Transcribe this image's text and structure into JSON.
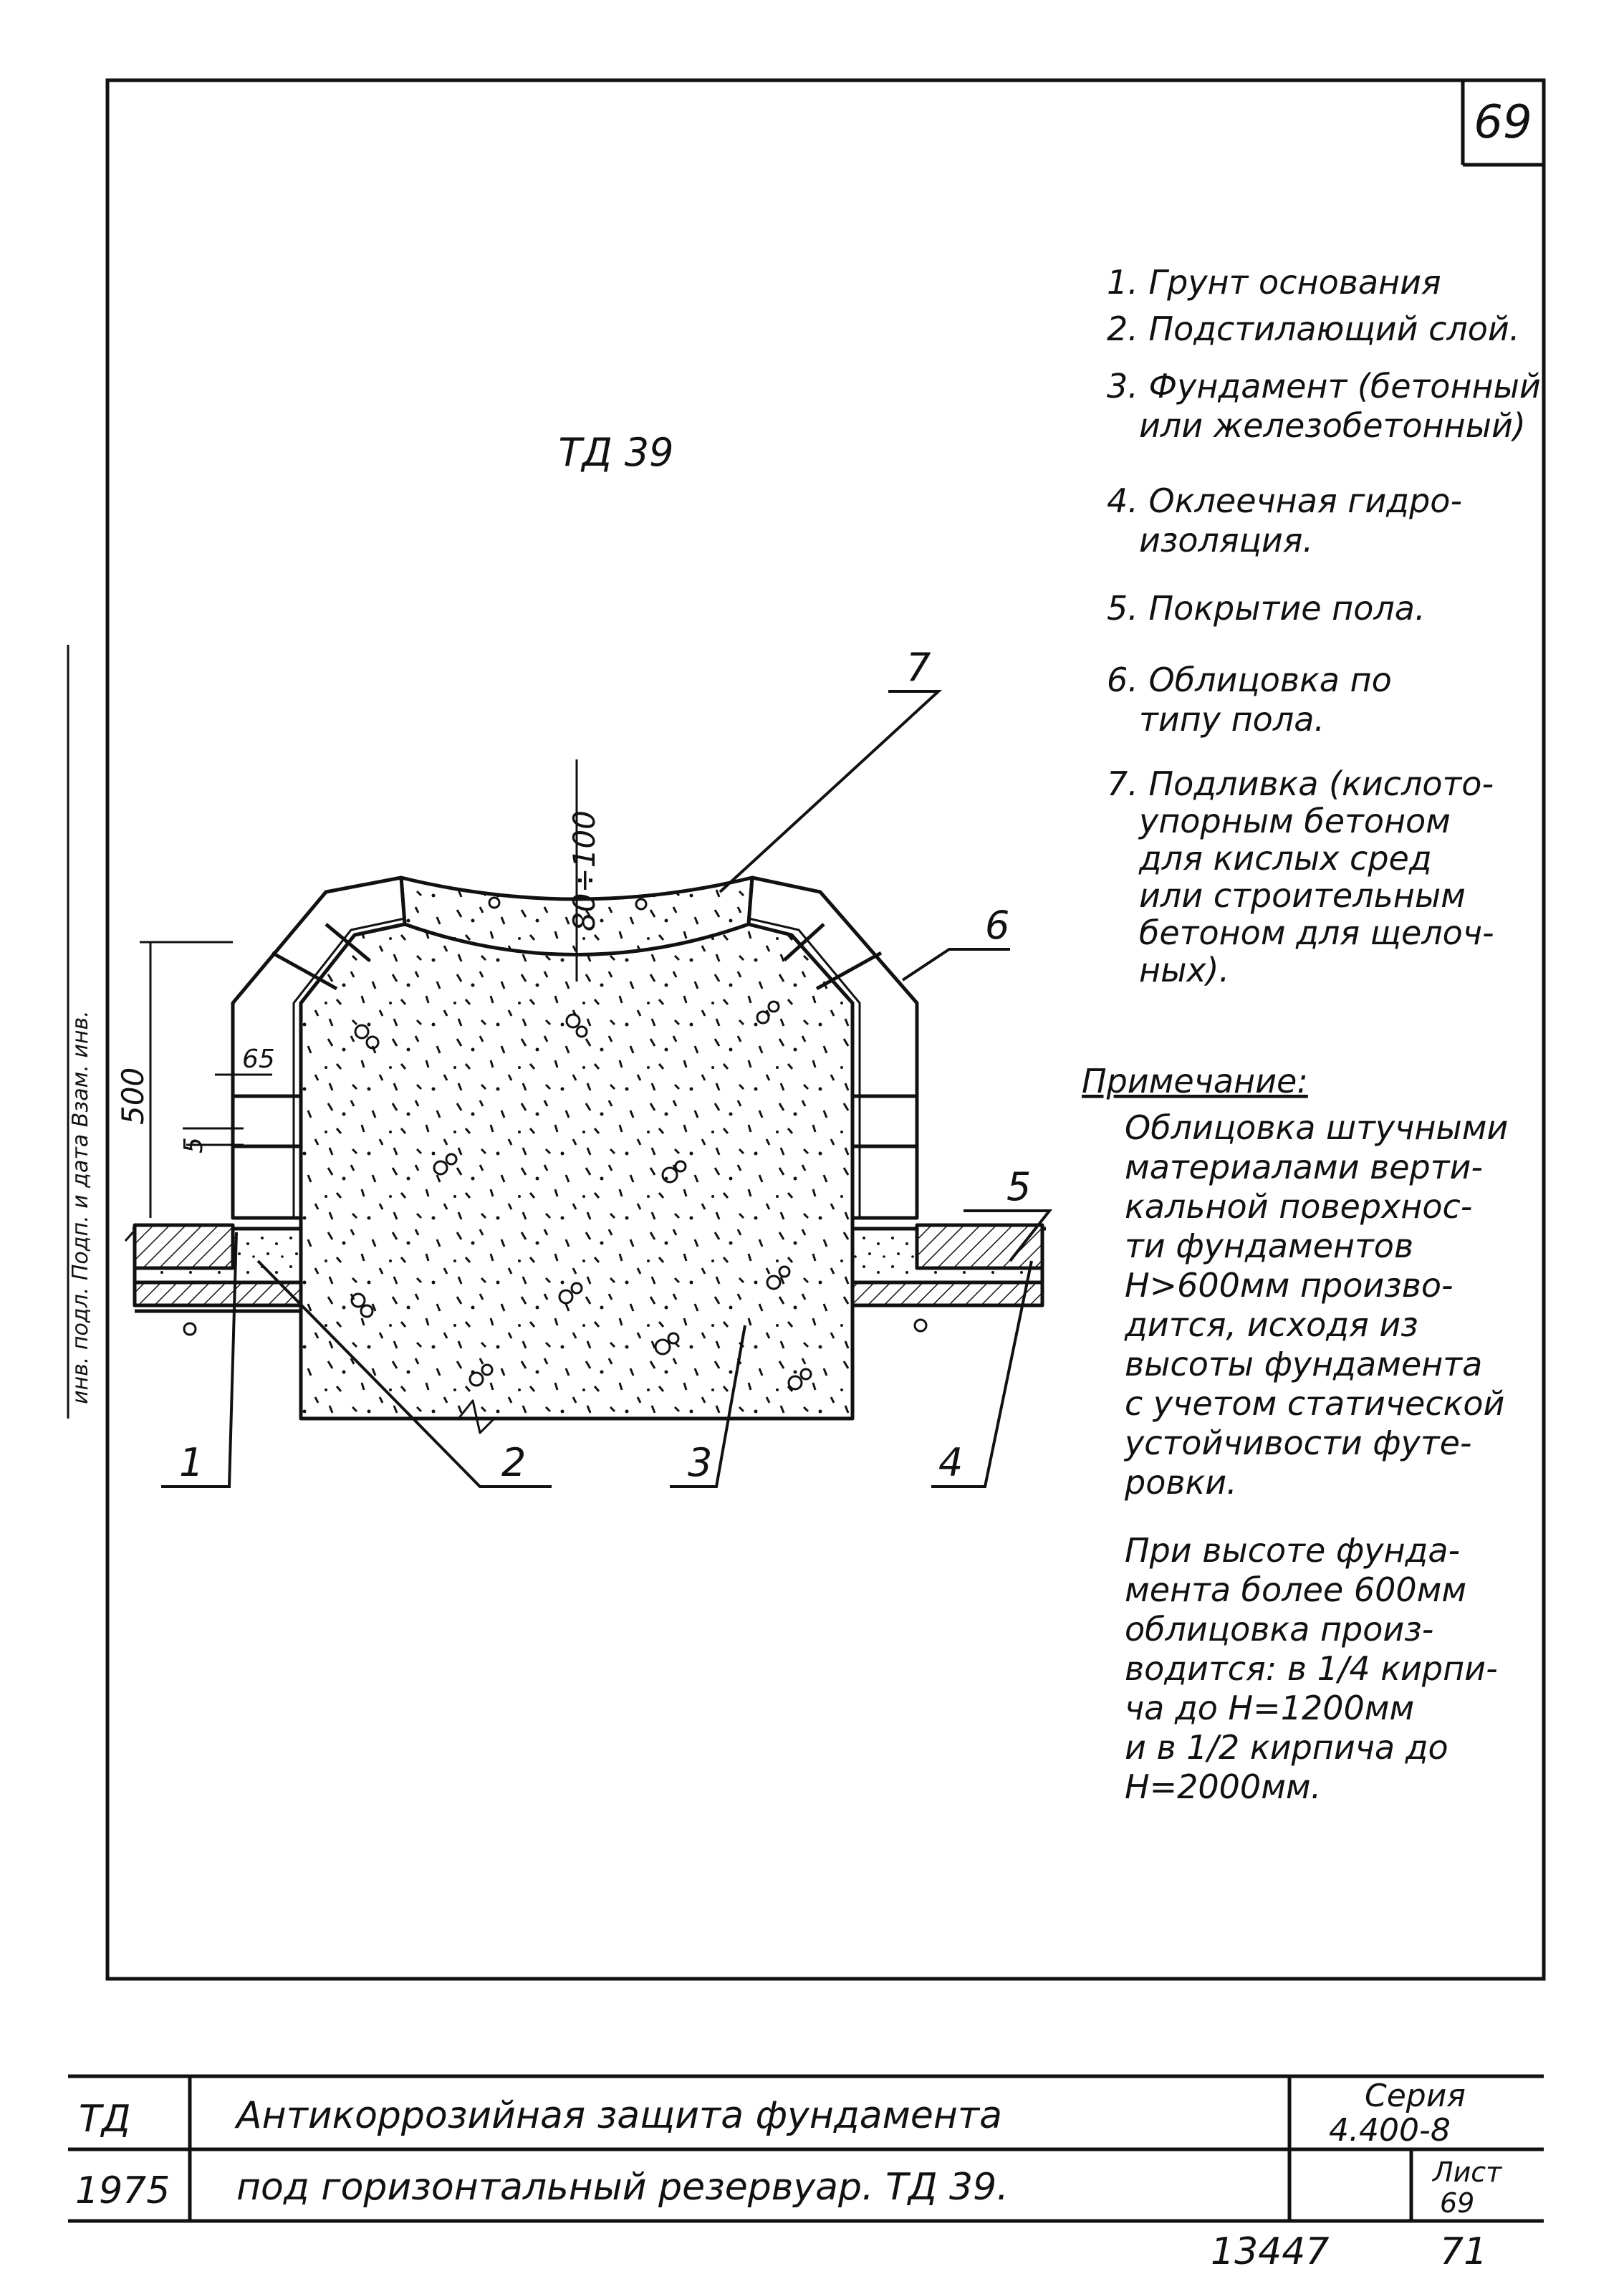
{
  "sheet": {
    "page_number": "69",
    "drawing_code": "ТД 39",
    "side_stamp": "инв. подл. Подп. и дата Взам. инв."
  },
  "legend": {
    "items": [
      {
        "lines": [
          "1. Грунт основания"
        ]
      },
      {
        "lines": [
          "2. Подстилающий слой."
        ]
      },
      {
        "lines": [
          "3. Фундамент (бетонный",
          "или железобетонный)"
        ]
      },
      {
        "lines": [
          "4. Оклеечная гидро-",
          "изоляция."
        ]
      },
      {
        "lines": [
          "5. Покрытие пола."
        ]
      },
      {
        "lines": [
          "6. Облицовка по",
          "типу пола."
        ]
      },
      {
        "lines": [
          "7. Подливка (кислото-",
          "упорным бетоном",
          "для кислых сред",
          "или строительным",
          "бетоном для щелоч-",
          "ных)."
        ]
      }
    ]
  },
  "note": {
    "heading": "Примечание:",
    "para1": [
      "Облицовка штучными",
      "материалами верти-",
      "кальной поверхнос-",
      "ти фундаментов",
      "Н>600мм произво-",
      "дится, исходя из",
      "высоты фундамента",
      "с учетом статической",
      "устойчивости футе-",
      "ровки."
    ],
    "para2": [
      "При высоте фунда-",
      "мента более 600мм",
      "облицовка произ-",
      "водится: в 1/4 кирпи-",
      "ча до Н=1200мм",
      "и в 1/2 кирпича до",
      "Н=2000мм."
    ]
  },
  "drawing": {
    "callouts": [
      "1",
      "2",
      "3",
      "4",
      "5",
      "6",
      "7"
    ],
    "dimensions": {
      "top_layer": "80÷100",
      "height": "500",
      "offset": "65",
      "joint": "5"
    }
  },
  "title_block": {
    "code": "ТД",
    "year": "1975",
    "title_line1": "Антикоррозийная защита фундамента",
    "title_line2": "под горизонтальный резервуар. ТД 39.",
    "series_label": "Серия",
    "series_value": "4.400-8",
    "sheet_label": "Лист",
    "sheet_value": "69"
  },
  "footer": {
    "order_number": "13447",
    "page_index": "71"
  }
}
